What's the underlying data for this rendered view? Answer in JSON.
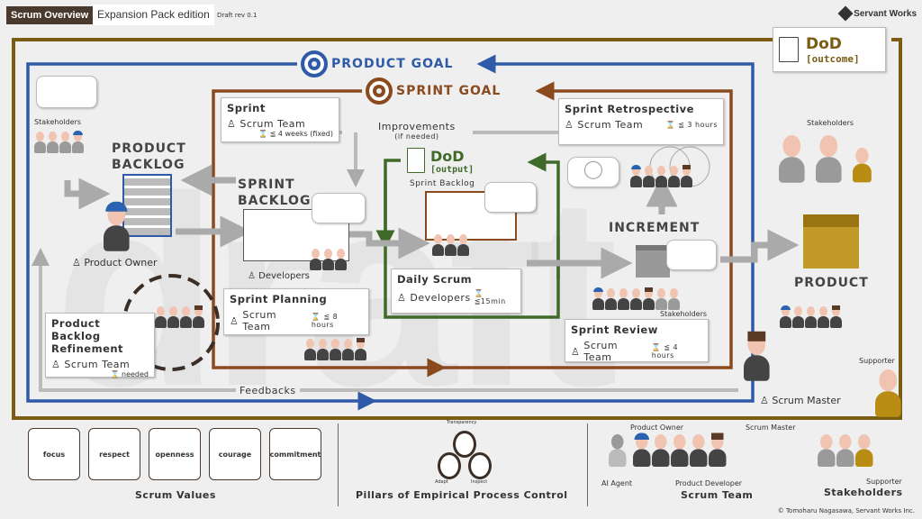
{
  "header": {
    "title": "Scrum Overview",
    "edition": "Expansion Pack edition",
    "revision": "Draft rev 0.1",
    "logo": "Servant Works"
  },
  "watermark": "draft",
  "dod_outcome": {
    "title": "DoD",
    "sub": "[outcome]"
  },
  "product_goal": "PRODUCT GOAL",
  "sprint_goal": "SPRINT GOAL",
  "left": {
    "stakeholders": "Stakeholders",
    "product_backlog": [
      "PRODUCT",
      "BACKLOG"
    ],
    "product_owner": "Product Owner"
  },
  "sprint": {
    "title": "Sprint",
    "role": "Scrum Team",
    "time": "≦ 4 weeks (fixed)"
  },
  "sprint_backlog": {
    "title": [
      "SPRINT",
      "BACKLOG"
    ],
    "developers": "Developers"
  },
  "improvements": {
    "label": "Improvements",
    "sub": "(if needed)"
  },
  "dod_output": {
    "title": "DoD",
    "sub": "[output]",
    "caption": "Sprint Backlog"
  },
  "retrospective": {
    "title": "Sprint Retrospective",
    "role": "Scrum Team",
    "time": "≦ 3 hours"
  },
  "increment": {
    "title": "INCREMENT",
    "stakeholders": "Stakeholders"
  },
  "daily_scrum": {
    "title": "Daily Scrum",
    "role": "Developers",
    "time": "≦15min"
  },
  "planning": {
    "title": "Sprint Planning",
    "role": "Scrum Team",
    "time": "≦ 8 hours"
  },
  "refinement": {
    "title": [
      "Product Backlog",
      "Refinement"
    ],
    "role": "Scrum Team",
    "time": "needed"
  },
  "review": {
    "title": "Sprint Review",
    "role": "Scrum Team",
    "time": "≦ 4 hours"
  },
  "feedbacks": "Feedbacks",
  "right": {
    "stakeholders": "Stakeholders",
    "product": "PRODUCT",
    "scrum_master": "Scrum Master",
    "supporter": "Supporter"
  },
  "values": {
    "items": [
      "focus",
      "respect",
      "openness",
      "courage",
      "commitment"
    ],
    "title": "Scrum Values"
  },
  "pillars": {
    "title": "Pillars of Empirical Process Control",
    "labels": [
      "Transparency",
      "Adapt",
      "Inspect"
    ]
  },
  "team": {
    "product_owner": "Product Owner",
    "scrum_master": "Scrum Master",
    "ai_agent": "AI Agent",
    "product_developer": "Product Developer",
    "title": "Scrum Team"
  },
  "stakeholders_legend": {
    "supporter": "Supporter",
    "title": "Stakeholders"
  },
  "copyright": "© Tomoharu Nagasawa, Servant Works Inc.",
  "colors": {
    "gold": "#7a5c12",
    "blue": "#2f5aa8",
    "brown": "#8a4a1e",
    "green": "#3f6a2a",
    "header": "#4a3a2e"
  }
}
